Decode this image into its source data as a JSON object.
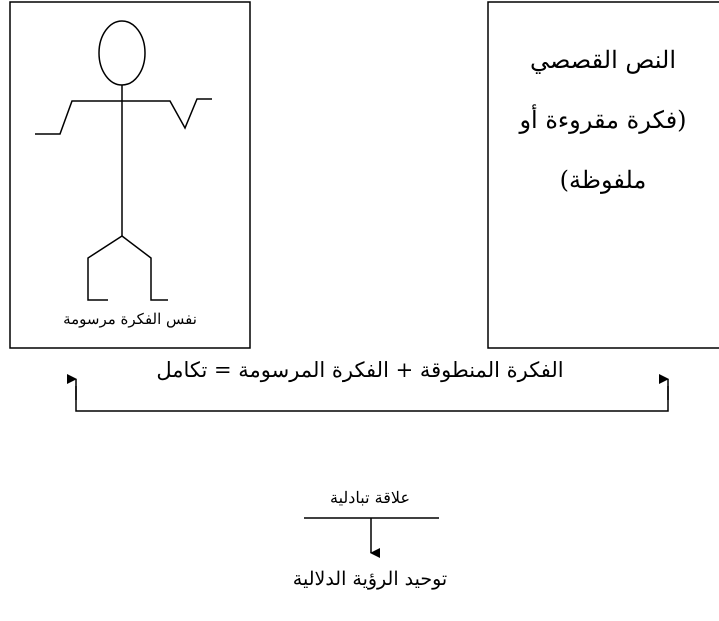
{
  "left_box": {
    "caption": "نفس الفكرة مرسومة"
  },
  "right_box": {
    "lines": [
      "النص القصصي",
      "(فكرة مقروءة أو",
      "ملفوظة)"
    ]
  },
  "equation": "الفكرة المنطوقة + الفكرة المرسومة = تكامل",
  "relation_label": "علاقة تبادلية",
  "result_label": "توحيد الرؤية الدلالية"
}
